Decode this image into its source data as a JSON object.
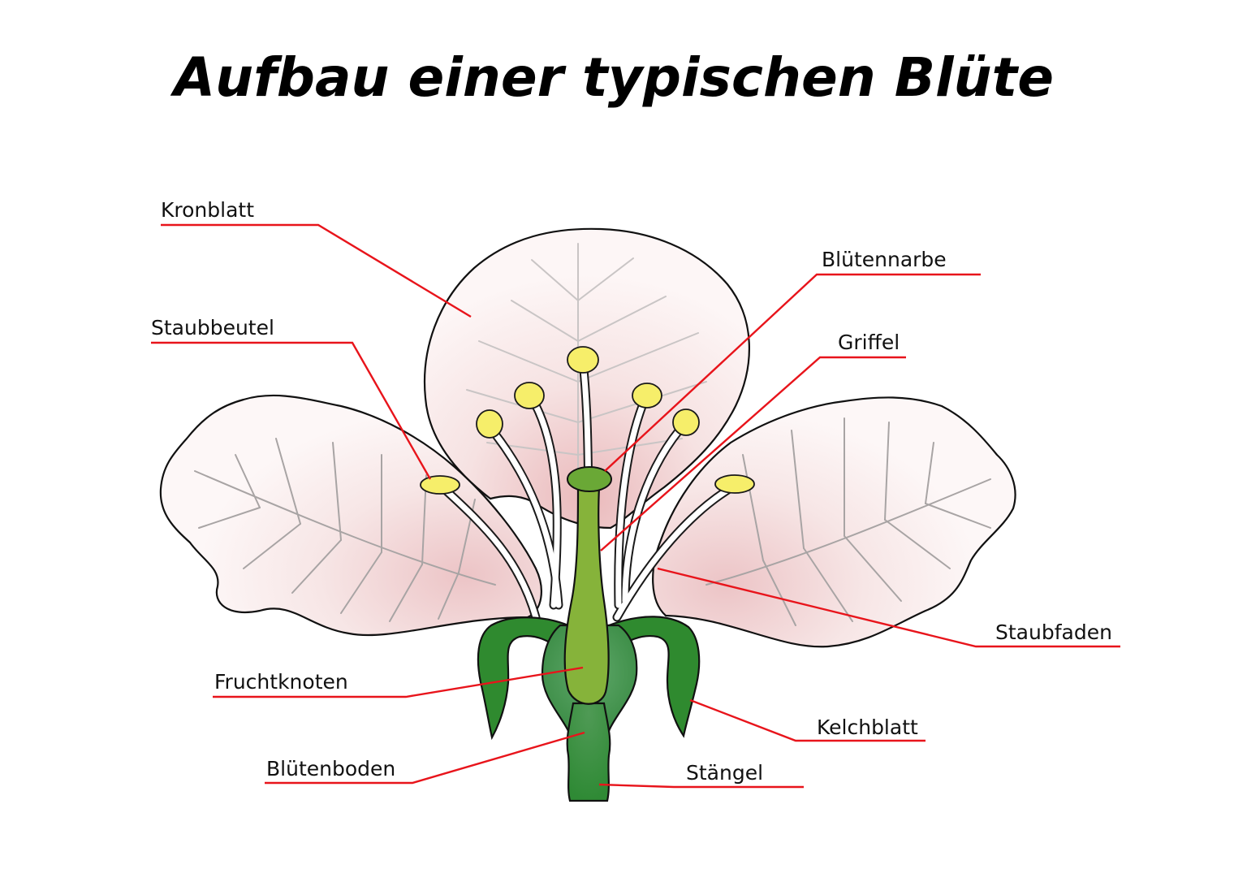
{
  "title": "Aufbau einer typischen Blüte",
  "colors": {
    "leader_line": "#e8141b",
    "petal_fill": "#fbf0f0",
    "petal_center": "#ecc0c2",
    "sepal_green": "#2f8a2f",
    "receptacle_green": "#4f9f5a",
    "ovary_green": "#86b33a",
    "anther_yellow": "#f6ee6a",
    "outline": "#111111"
  },
  "labels": {
    "kronblatt": "Kronblatt",
    "staubbeutel": "Staubbeutel",
    "bluetennarbe": "Blütennarbe",
    "griffel": "Griffel",
    "staubfaden": "Staubfaden",
    "fruchtknoten": "Fruchtknoten",
    "kelchblatt": "Kelchblatt",
    "bluetenboden": "Blütenboden",
    "staengel": "Stängel"
  }
}
